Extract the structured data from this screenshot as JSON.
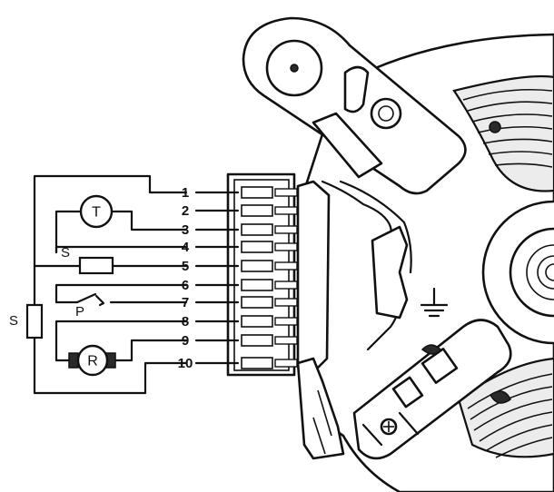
{
  "terminals": [
    "1",
    "2",
    "3",
    "4",
    "5",
    "6",
    "7",
    "8",
    "9",
    "10"
  ],
  "components": {
    "tacho": "T",
    "stator_winding": "S",
    "field_winding": "S",
    "thermal_protector": "P",
    "rotor": "R"
  }
}
